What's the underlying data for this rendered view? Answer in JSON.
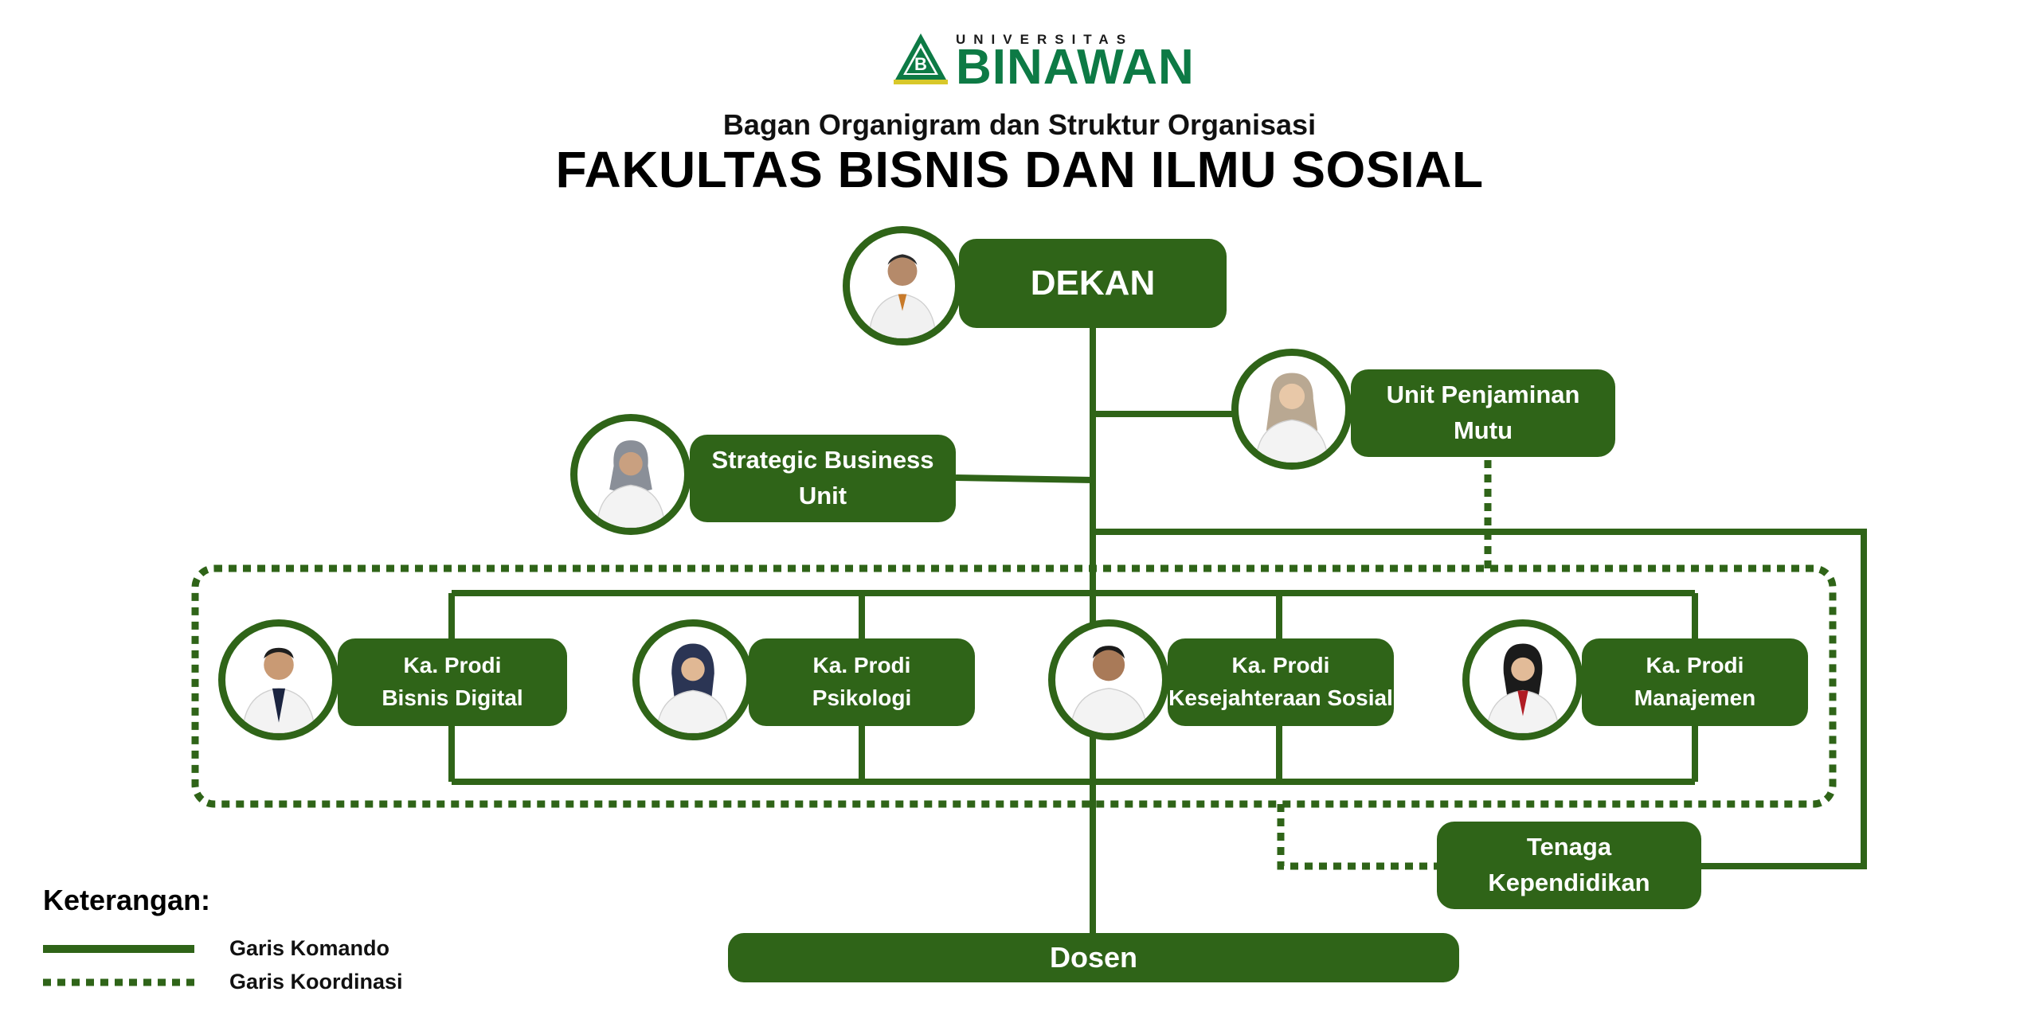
{
  "logo": {
    "emblem_letter": "B",
    "top_text": "UNIVERSITAS",
    "name": "BINAWAN"
  },
  "header": {
    "subtitle": "Bagan Organigram dan Struktur Organisasi",
    "title": "FAKULTAS BISNIS DAN ILMU SOSIAL"
  },
  "nodes": {
    "dekan": "DEKAN",
    "upm": "Unit Penjaminan\nMutu",
    "sbu": "Strategic Business\nUnit",
    "prodi_bisnis_digital": "Ka. Prodi\nBisnis Digital",
    "prodi_psikologi": "Ka. Prodi\nPsikologi",
    "prodi_kesejahteraan_sosial": "Ka. Prodi\nKesejahteraan Sosial",
    "prodi_manajemen": "Ka. Prodi\nManajemen",
    "tenaga_kependidikan": "Tenaga\nKependidikan",
    "dosen": "Dosen"
  },
  "legend": {
    "title": "Keterangan:",
    "komando": "Garis Komando",
    "koordinasi": "Garis Koordinasi"
  },
  "colors": {
    "primary_green": "#2f6418",
    "logo_green": "#0d7a45",
    "logo_yellow": "#d8c82a"
  }
}
